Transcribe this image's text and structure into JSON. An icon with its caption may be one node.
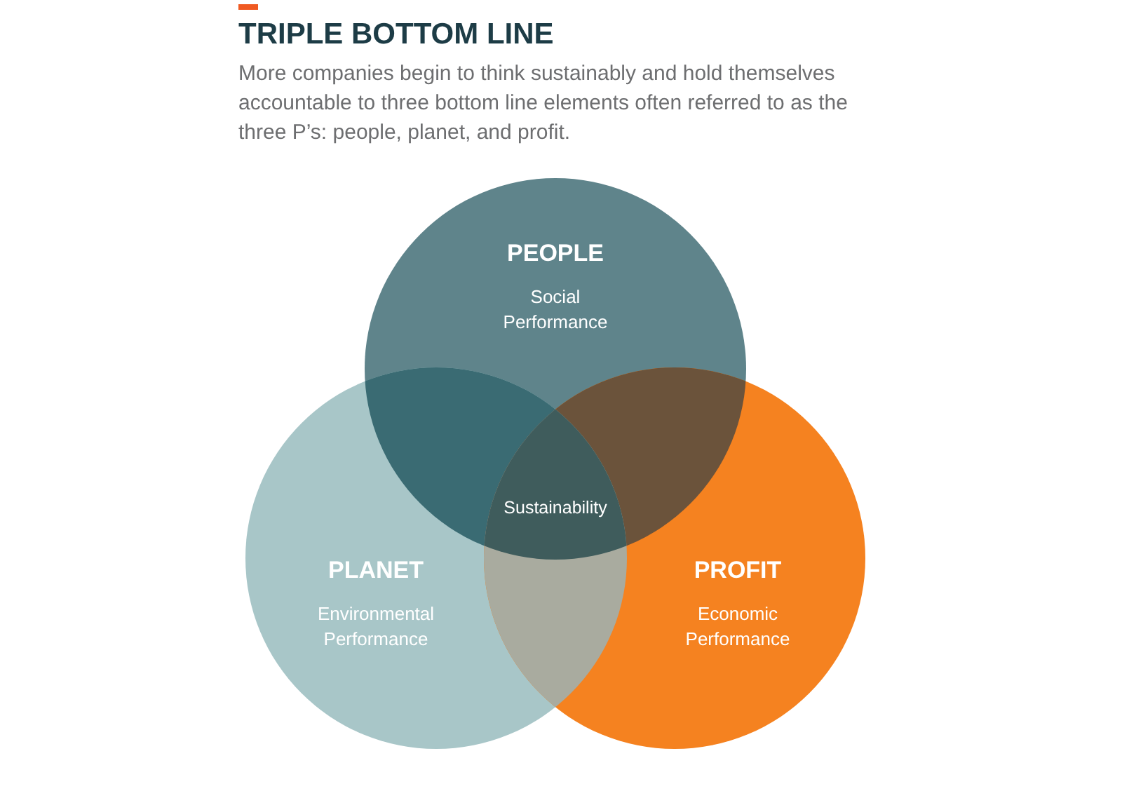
{
  "diagram": {
    "title": "TRIPLE BOTTOM LINE",
    "caption": "More companies begin to think sustainably and hold themselves accountable to three bottom line elements often referred to as the three P’s: people, planet, and profit.",
    "nodes": [
      {
        "text": [
          "PEOPLE",
          "Social Performance"
        ]
      },
      {
        "text": [
          "PLANET",
          "Environmental Performance"
        ]
      },
      {
        "text": [
          "PROFIT",
          "Economic Performance"
        ]
      }
    ],
    "labels": [
      "Sustainability"
    ]
  }
}
